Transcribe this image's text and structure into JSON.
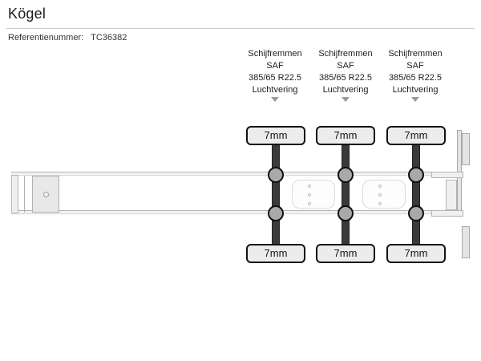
{
  "header": {
    "brand_title": "Kögel",
    "reference_label": "Referentienummer:",
    "reference_value": "TC36382"
  },
  "diagram": {
    "type": "trailer-axle-schematic",
    "orientation": "top-view",
    "front_side": "left",
    "rear_side": "right",
    "axle_count": 3,
    "axles": [
      {
        "index": 1,
        "brake_type": "Schijfremmen",
        "axle_brand": "SAF",
        "tyre_size": "385/65 R22.5",
        "suspension": "Luchtvering",
        "pointer_icon": "triangle-down-icon",
        "tread_left": "7mm",
        "tread_right": "7mm"
      },
      {
        "index": 2,
        "brake_type": "Schijfremmen",
        "axle_brand": "SAF",
        "tyre_size": "385/65 R22.5",
        "suspension": "Luchtvering",
        "pointer_icon": "triangle-down-icon",
        "tread_left": "7mm",
        "tread_right": "7mm"
      },
      {
        "index": 3,
        "brake_type": "Schijfremmen",
        "axle_brand": "SAF",
        "tyre_size": "385/65 R22.5",
        "suspension": "Luchtvering",
        "pointer_icon": "triangle-down-icon",
        "tread_left": "7mm",
        "tread_right": "7mm"
      }
    ],
    "chassis": {
      "kingpin_icon": "kingpin-hole-icon",
      "web_dot_count": 3,
      "web_cutout_count": 2
    }
  },
  "colors": {
    "page_background": "#ffffff",
    "text": "#1d1d1d",
    "divider": "#c9c9c9",
    "axle_bar": "#3a3a3a",
    "hub_fill": "#a9a9a9",
    "hub_stroke": "#101010",
    "badge_fill": "#ececec",
    "badge_stroke": "#111111",
    "frame_fill": "#f2f2f2",
    "frame_stroke": "#b4b4b4",
    "arrow": "#9a9a9a"
  }
}
